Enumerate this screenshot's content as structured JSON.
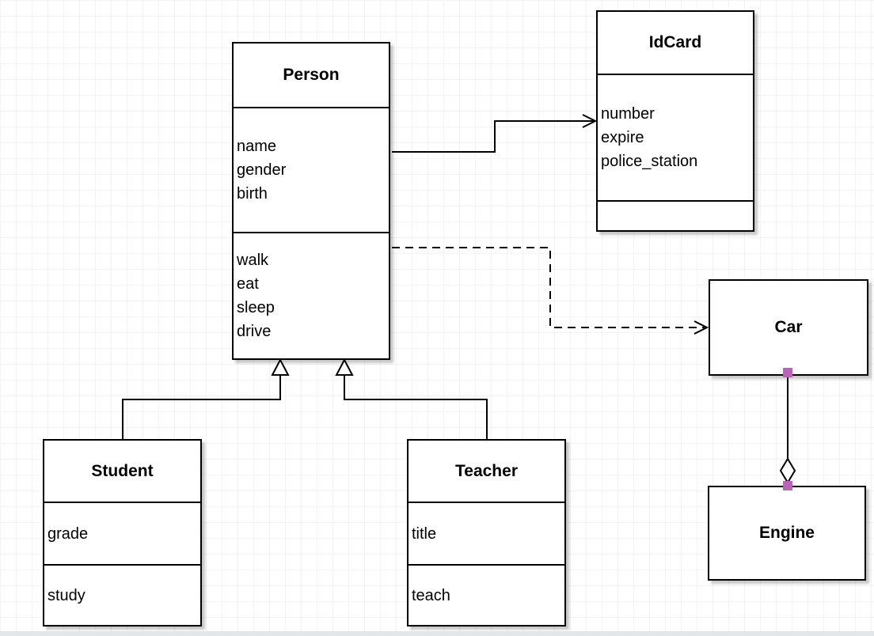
{
  "diagram_type": "uml-class-diagram",
  "colors": {
    "line": "#000000",
    "text": "#000000",
    "box_fill": "#ffffff",
    "canvas_bg": "#ffffff",
    "grid_line": "#f3f3f3",
    "page_edge": "#e3e6e9",
    "endpoint_handle": "#b865b8"
  },
  "classes": {
    "person": {
      "name": "Person",
      "attributes": [
        "name",
        "gender",
        "birth"
      ],
      "methods": [
        "walk",
        "eat",
        "sleep",
        "drive"
      ]
    },
    "idcard": {
      "name": "IdCard",
      "attributes": [
        "number",
        "expire",
        "police_station"
      ],
      "methods": []
    },
    "car": {
      "name": "Car",
      "attributes": [],
      "methods": []
    },
    "engine": {
      "name": "Engine",
      "attributes": [],
      "methods": []
    },
    "student": {
      "name": "Student",
      "attributes": [
        "grade"
      ],
      "methods": [
        "study"
      ]
    },
    "teacher": {
      "name": "Teacher",
      "attributes": [
        "title"
      ],
      "methods": [
        "teach"
      ]
    }
  },
  "relationships": [
    {
      "from": "Person",
      "to": "IdCard",
      "type": "directed-association",
      "line_style": "solid",
      "arrowhead": "open"
    },
    {
      "from": "Person",
      "to": "Car",
      "type": "dependency",
      "line_style": "dashed",
      "arrowhead": "open"
    },
    {
      "from": "Student",
      "to": "Person",
      "type": "generalization",
      "line_style": "solid",
      "arrowhead": "hollow-triangle"
    },
    {
      "from": "Teacher",
      "to": "Person",
      "type": "generalization",
      "line_style": "solid",
      "arrowhead": "hollow-triangle"
    },
    {
      "from": "Car",
      "to": "Engine",
      "type": "aggregation",
      "line_style": "solid",
      "marker": "hollow-diamond",
      "endpoint_handles": "visible"
    }
  ]
}
